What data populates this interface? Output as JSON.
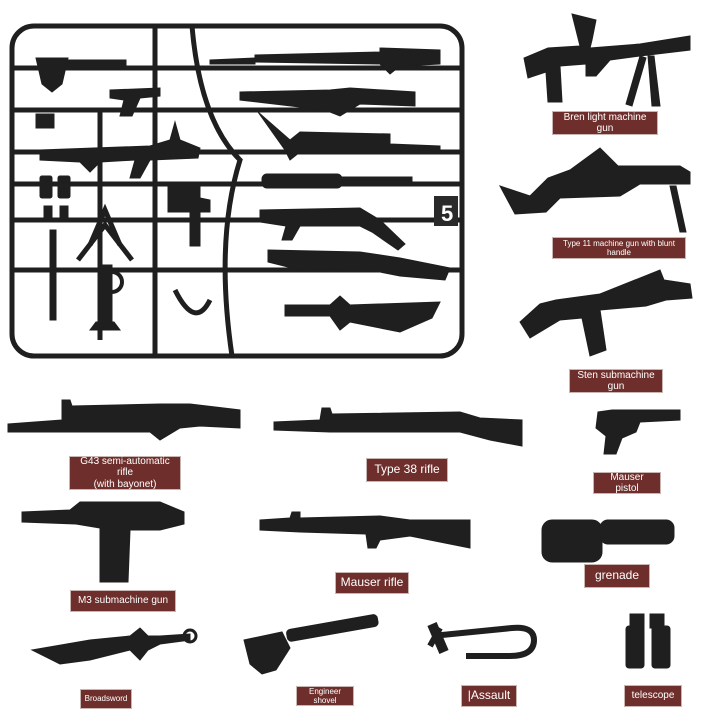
{
  "colors": {
    "plastic": "#1f1f1f",
    "label_bg": "#6e2f2c",
    "label_text": "#ffffff"
  },
  "sprue": {
    "number": "5"
  },
  "labels": {
    "bren": "Bren light machine gun",
    "type11": "Type 11 machine gun with blunt handle",
    "sten": "Sten submachine gun",
    "g43": "G43 semi-automatic rifle\n(with bayonet)",
    "type38": "Type 38 rifle",
    "mauser_pistol": "Mauser pistol",
    "m3": "M3 submachine gun",
    "mauser_rifle": "Mauser rifle",
    "grenade": "grenade",
    "broadsword": "Broadsword",
    "shovel": "Engineer shovel",
    "assault": "|Assault",
    "telescope": "telescope"
  }
}
